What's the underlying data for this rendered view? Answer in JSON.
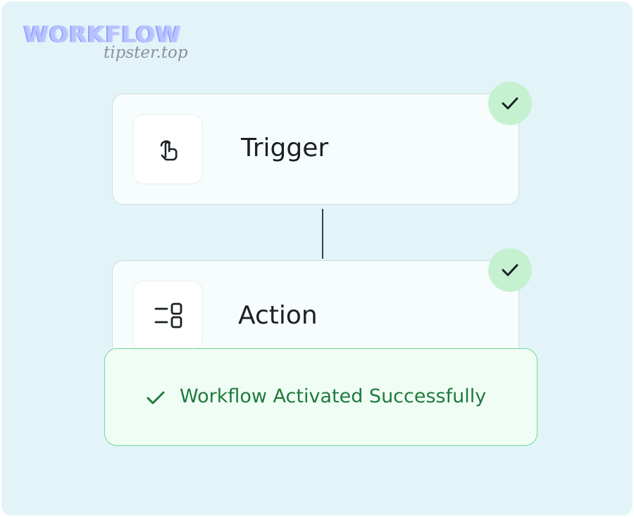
{
  "brand": {
    "word": "WORKFLOW",
    "subtitle": "tipster.top"
  },
  "workflow": {
    "nodes": [
      {
        "label": "Trigger",
        "icon": "tap-hand-icon",
        "status": "completed"
      },
      {
        "label": "Action",
        "icon": "action-blocks-icon",
        "status": "completed"
      }
    ]
  },
  "toast": {
    "message": "Workflow Activated Successfully",
    "icon": "check-icon"
  },
  "colors": {
    "background": "#e3f4f9",
    "card": "#f7fcfd",
    "success_badge": "#c6f1d1",
    "toast_bg": "#f0fdf5",
    "toast_border": "#6fd994",
    "toast_text": "#1f7a3c",
    "brand_accent": "#b7c3ff"
  }
}
